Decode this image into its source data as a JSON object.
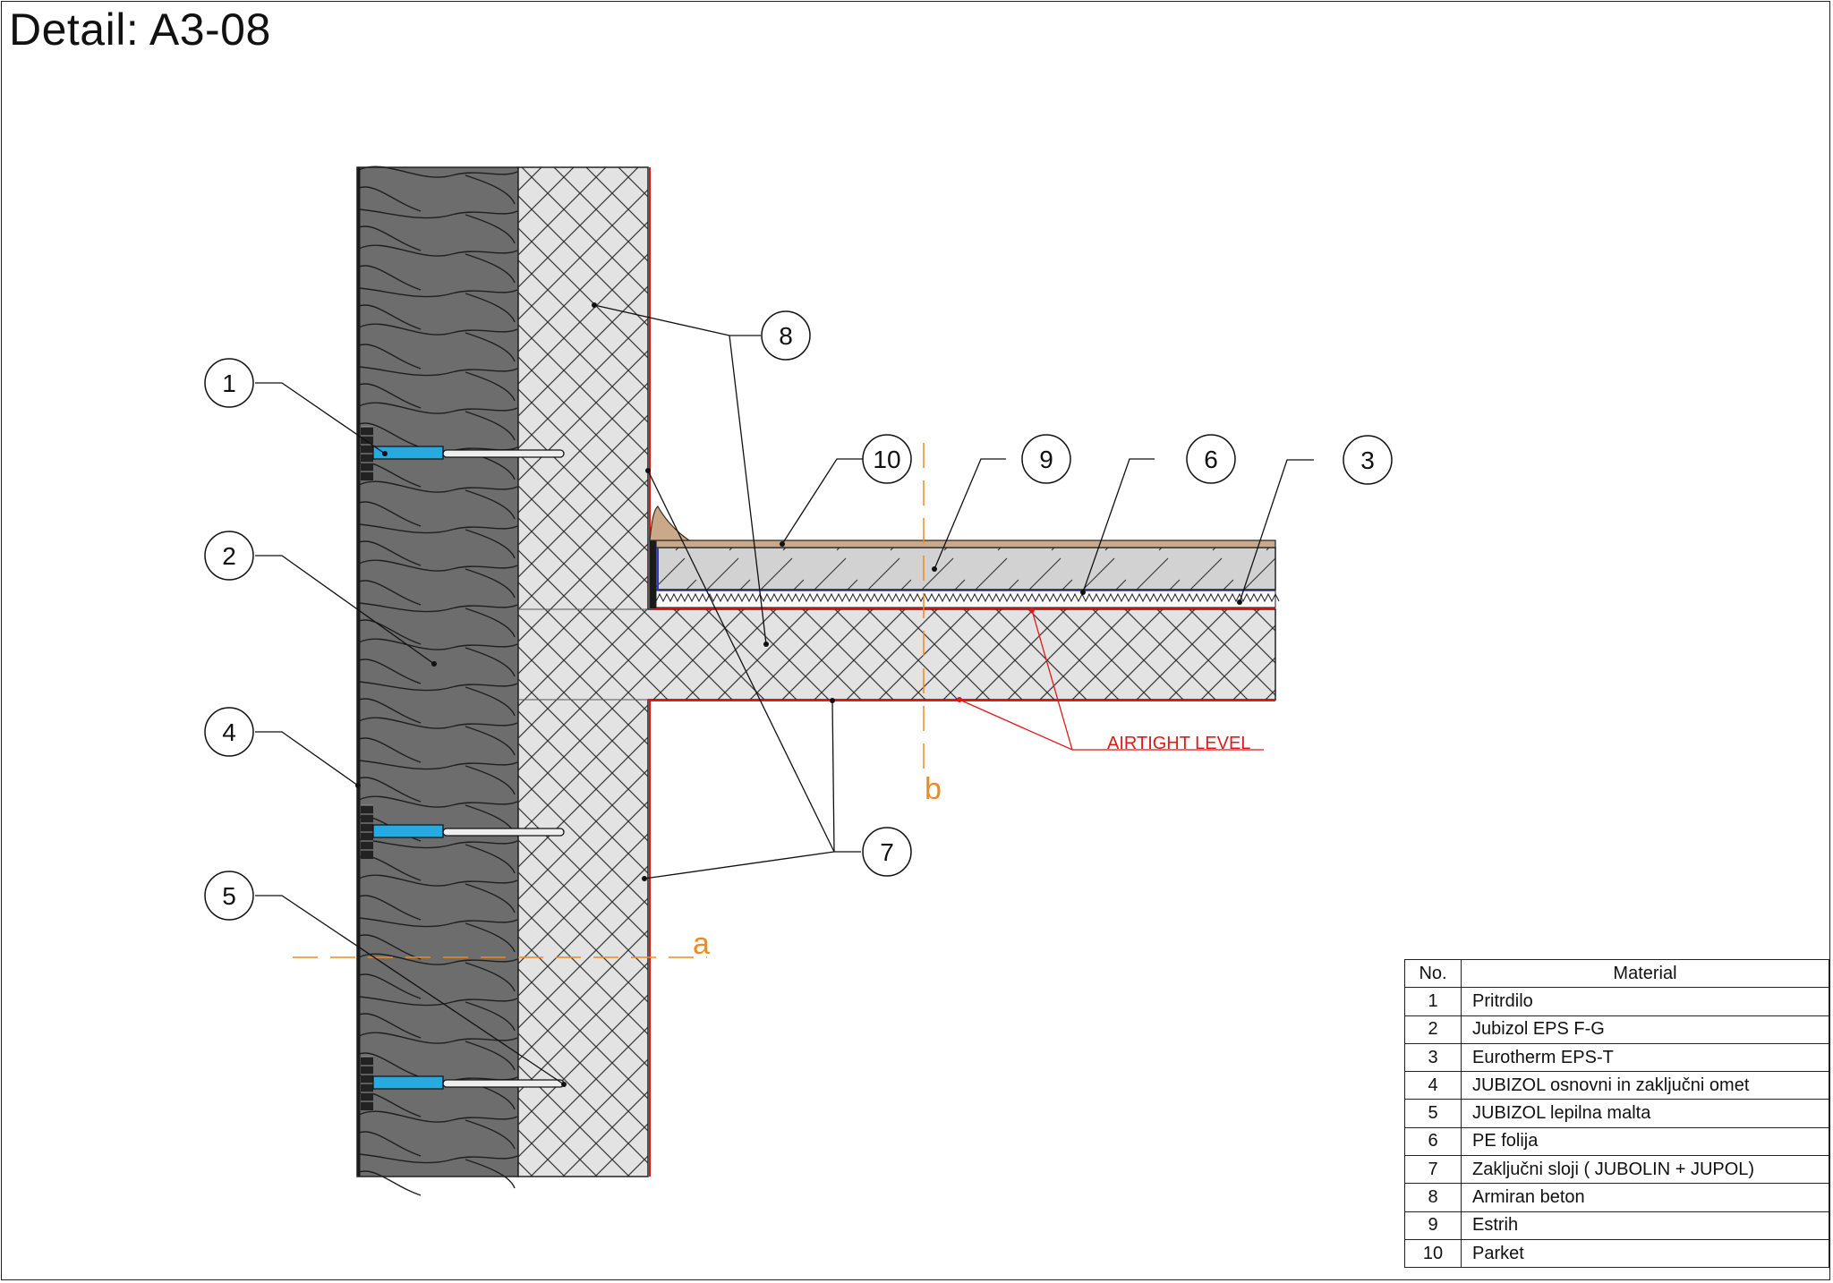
{
  "title": "Detail: A3-08",
  "callouts": [
    "1",
    "2",
    "3",
    "4",
    "5",
    "6",
    "7",
    "8",
    "9",
    "10"
  ],
  "axis_labels": {
    "a": "a",
    "b": "b"
  },
  "airtight_label": "AIRTIGHT LEVEL",
  "legend": {
    "headers": {
      "no": "No.",
      "material": "Material"
    },
    "rows": [
      {
        "no": "1",
        "material": "Pritrdilo"
      },
      {
        "no": "2",
        "material": "Jubizol EPS F-G"
      },
      {
        "no": "3",
        "material": "Eurotherm EPS-T"
      },
      {
        "no": "4",
        "material": "JUBIZOL osnovni in zaključni omet"
      },
      {
        "no": "5",
        "material": "JUBIZOL lepilna malta"
      },
      {
        "no": "6",
        "material": "PE folija"
      },
      {
        "no": "7",
        "material": "Zaključni sloji   ( JUBOLIN + JUPOL)"
      },
      {
        "no": "8",
        "material": "Armiran beton"
      },
      {
        "no": "9",
        "material": "Estrih"
      },
      {
        "no": "10",
        "material": "Parket"
      }
    ]
  },
  "colors": {
    "insulation": "#6e6e6e",
    "concrete": "#e0e0e0",
    "screed": "#cfcfcf",
    "fastener": "#27a9e1",
    "axis": "#f08a1e",
    "airtight": "#e01818"
  },
  "icons": [
    "callout-circle",
    "fastener-anchor"
  ]
}
